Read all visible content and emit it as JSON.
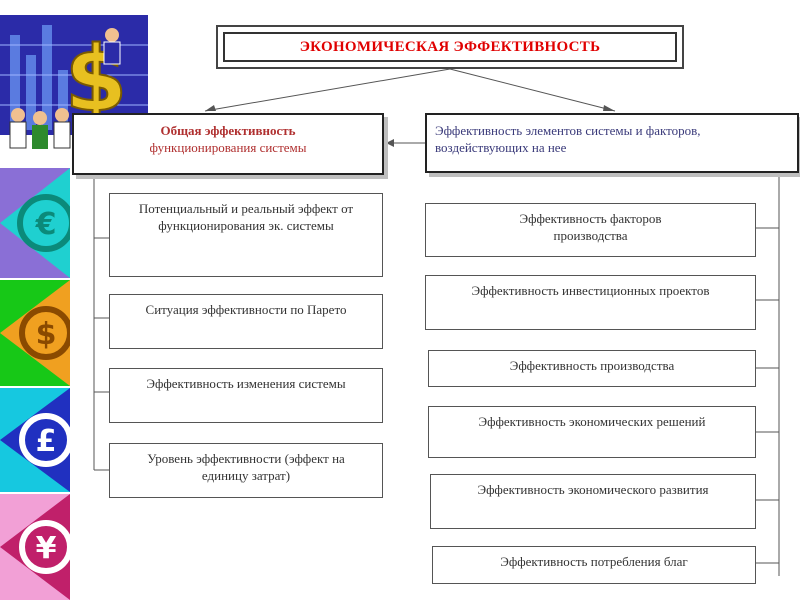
{
  "title": "ЭКОНОМИЧЕСКАЯ ЭФФЕКТИВНОСТЬ",
  "left_head": {
    "line1": "Общая эффективность",
    "line2": "функционирования системы"
  },
  "right_head": {
    "text": "Эффективность элементов системы и факторов, воздействующих на нее"
  },
  "left_items": [
    "Потенциальный и реальный эффект от функционирования эк. системы",
    "Ситуация эффективности по Парето",
    "Эффективность изменения системы",
    "Уровень эффективности (эффект на единицу затрат)"
  ],
  "right_items": [
    "Эффективность факторов производства",
    "Эффективность инвестиционных проектов",
    "Эффективность производства",
    "Эффективность экономических решений",
    "Эффективность экономического развития",
    "Эффективность потребления благ"
  ],
  "currency_icons": [
    "€",
    "$",
    "£",
    "¥"
  ],
  "colors": {
    "title": "#e00000",
    "left_head_text": "#b03030",
    "right_head_text": "#3a3a7a",
    "stripe_violet": "#8a6fd6",
    "stripe_green": "#17c817",
    "stripe_cyan": "#16c8e0",
    "stripe_pink": "#f2a0d6"
  }
}
